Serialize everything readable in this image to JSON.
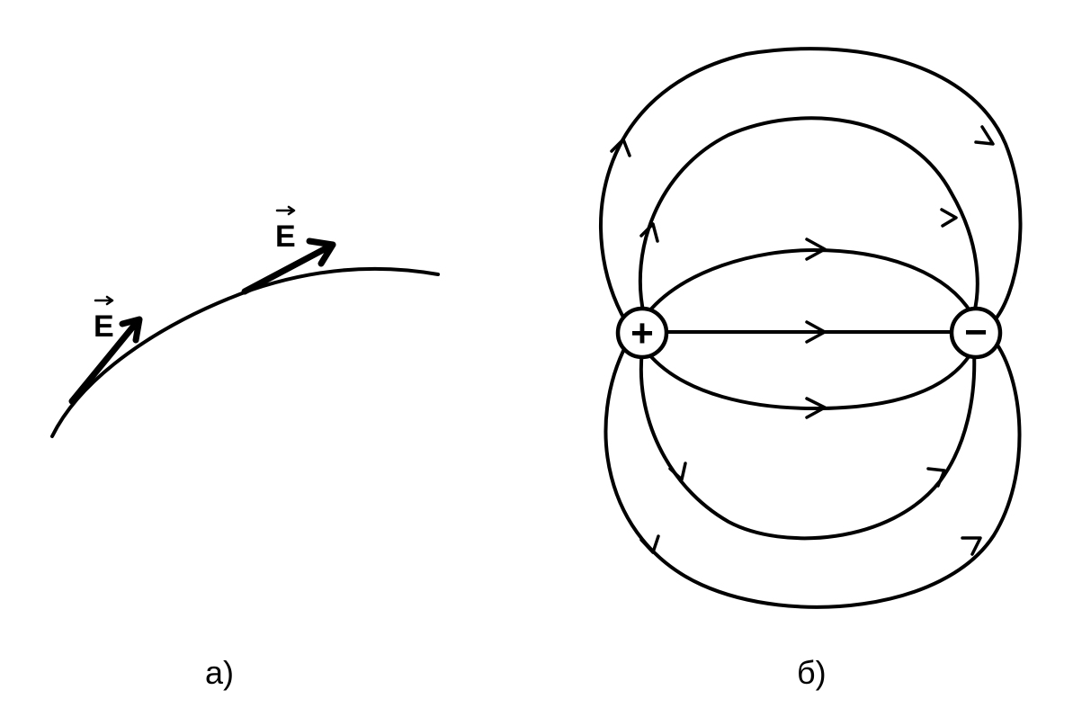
{
  "panel_a": {
    "caption": "а)",
    "vector_label_1": "E",
    "vector_label_2": "E"
  },
  "panel_b": {
    "caption": "б)",
    "positive_charge": "+",
    "negative_charge": "−"
  }
}
